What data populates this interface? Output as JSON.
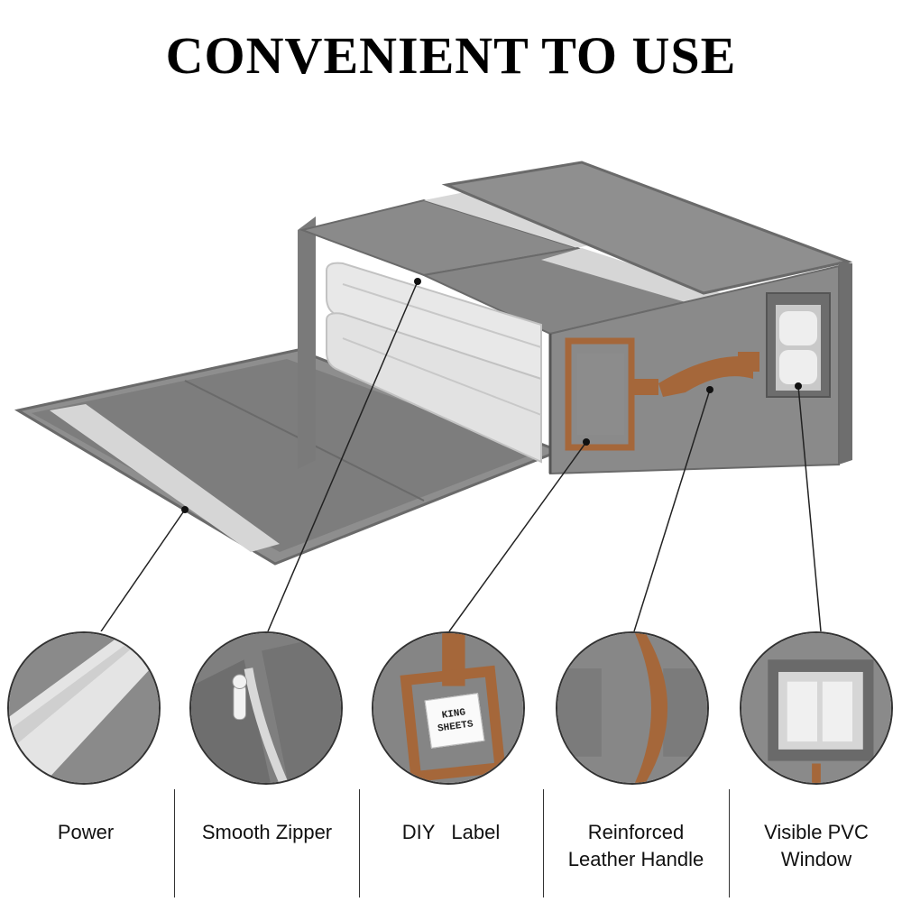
{
  "title": "CONVENIENT TO USE",
  "features": [
    {
      "label": "Power"
    },
    {
      "label": "Smooth Zipper"
    },
    {
      "label": "DIY   Label"
    },
    {
      "label": "Reinforced\nLeather Handle"
    },
    {
      "label": "Visible PVC\nWindow"
    }
  ],
  "label_card": {
    "line1": "KING",
    "line2": "SHEETS"
  },
  "colors": {
    "fabric": "#8c8c8c",
    "fabric_dark": "#6f6f6f",
    "fabric_light": "#a3a3a3",
    "leather": "#a5673a",
    "sheet": "#e6e6e6",
    "strip": "#d9d9d9"
  }
}
